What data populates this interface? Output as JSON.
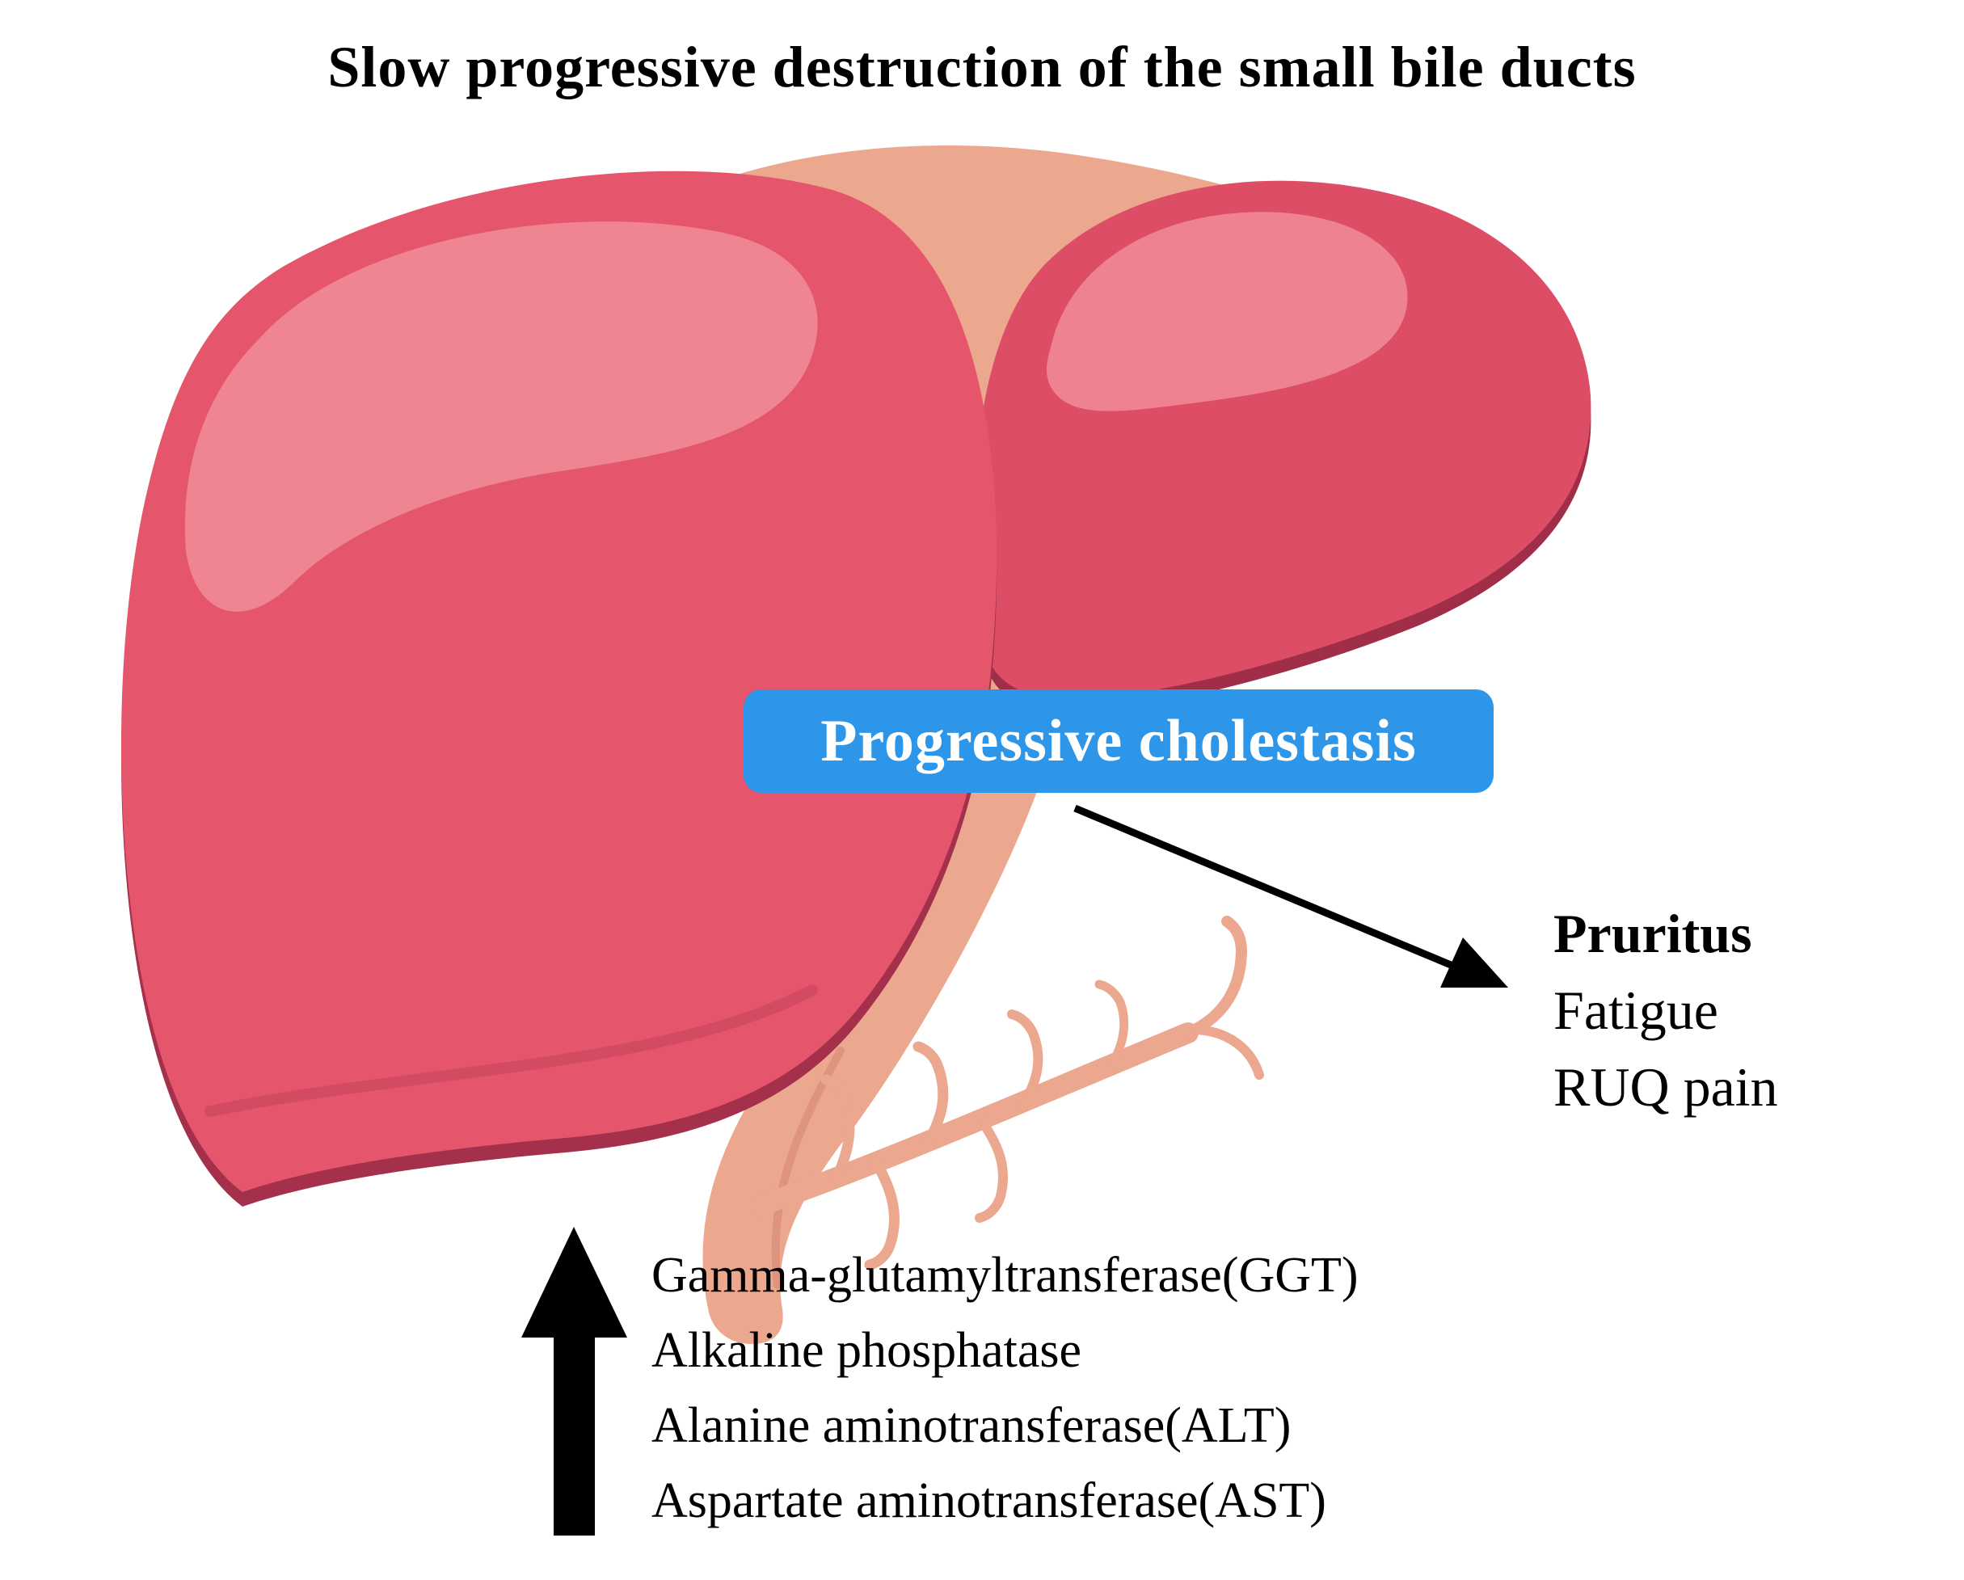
{
  "title": "Slow progressive destruction of the small bile ducts",
  "label": {
    "text": "Progressive cholestasis"
  },
  "symptoms": {
    "items": [
      "Pruritus",
      "Fatigue",
      "RUQ pain"
    ]
  },
  "labs": {
    "items": [
      "Gamma-glutamyltransferase(GGT)",
      "Alkaline phosphatase",
      "Alanine aminotransferase(ALT)",
      "Aspartate aminotransferase(AST)"
    ]
  },
  "colors": {
    "label_bg": "#2e96e8",
    "label_fg": "#ffffff",
    "liver_main": "#e5566c",
    "liver_right_lobe": "#dd4e66",
    "liver_edge_dark": "#a4304b",
    "liver_highlight": "#ef8593",
    "bile_duct_salmon": "#eca78f",
    "gallbladder_green": "#3f9b4b",
    "arrow_black": "#000000",
    "background": "#ffffff"
  }
}
